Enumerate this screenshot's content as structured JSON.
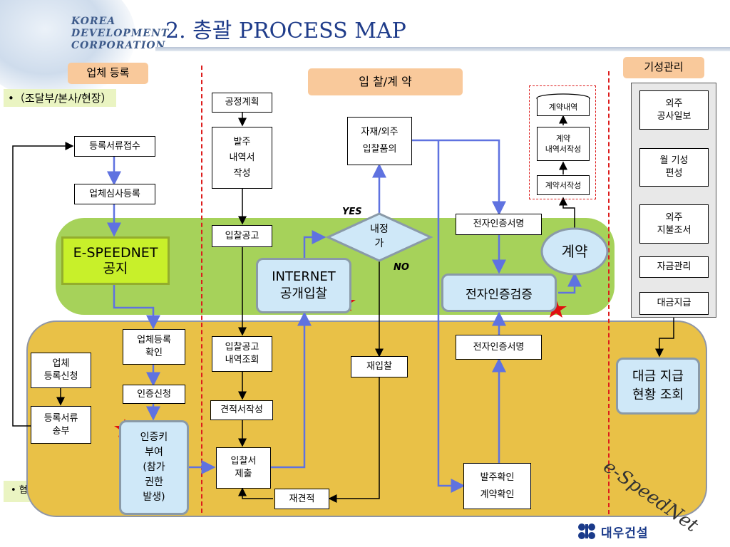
{
  "header": {
    "logo_lines": [
      "KOREA",
      "DEVELOPMENT",
      "CORPORATION"
    ],
    "title": "2. 총괄 PROCESS MAP"
  },
  "sections": {
    "vendor_reg": "업체 등록",
    "bidding": "입 찰/계 약",
    "progress_mgmt": "기성관리"
  },
  "bullets": {
    "departments": "•（조달부/본사/현장）",
    "partner": "• 협력업체"
  },
  "vendor": {
    "doc_receipt": "등록서류접수",
    "review_register": "업체심사등록",
    "espeednet_notice": "E-SPEEDNET\n공지",
    "reg_confirm": "업체등록\n확인",
    "auth_apply": "인증신청",
    "auth_key": "인증키\n부여\n(참가\n권한\n발생)",
    "reg_request": "업체\n등록신청",
    "doc_send": "등록서류\n송부"
  },
  "bid": {
    "process_plan": "공정계획",
    "order_detail": "발주\n내역서\n작성",
    "bid_notice": "입찰공고",
    "bid_notice_view": "입찰공고\n내역조회",
    "estimate": "견적서작성",
    "bid_submit": "입찰서\n제출",
    "re_estimate": "재견적",
    "internet_bid": "INTERNET\n공개입찰",
    "decision": "내정\n가",
    "yes": "YES",
    "no": "NO",
    "rebid": "재입찰",
    "material_request": "자재/외주\n입찰품의",
    "esign_top": "전자인증서명",
    "esign_bottom": "전자인증서명",
    "ecert_verify": "전자인증검증",
    "contract": "계약",
    "order_confirm": "발주확인\n계약확인",
    "contract_history": "계약내역",
    "contract_detail": "계약\n내역서작성",
    "contract_write": "계약서작성"
  },
  "progress": {
    "subcontract_daily": "외주\n공사일보",
    "monthly_progress": "월 기성\n편성",
    "subcontract_payment": "외주\n지불조서",
    "fund_mgmt": "자금관리",
    "payment": "대금지급",
    "payment_status": "대금 지급\n현황 조회"
  },
  "watermark": "e-SpeedNet",
  "footer_brand": "대우건설",
  "colors": {
    "accent_blue": "#5f72e0",
    "green_band": "#a6d25a",
    "gold_band": "#e9c147",
    "star_red": "#e01010"
  }
}
